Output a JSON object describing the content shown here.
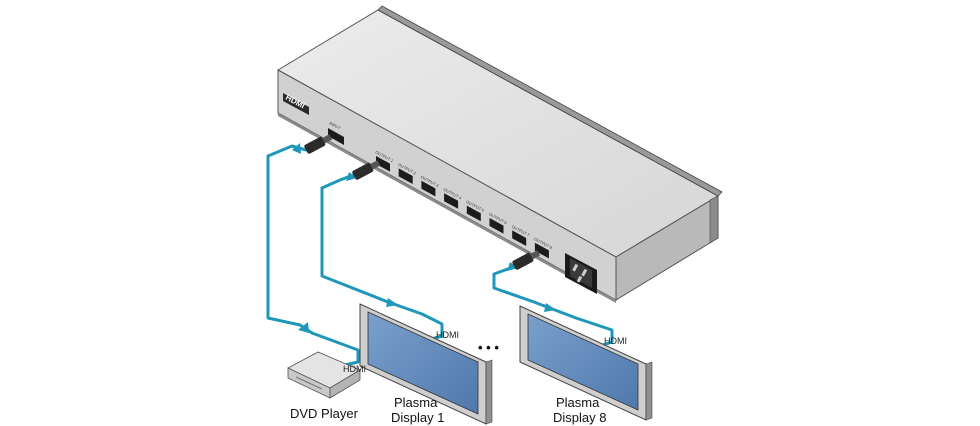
{
  "device": {
    "logo": "HDMI",
    "input_port_label": "INPUT",
    "output_port_labels": [
      "OUTPUT 1",
      "OUTPUT 2",
      "OUTPUT 3",
      "OUTPUT 4",
      "OUTPUT 5",
      "OUTPUT 6",
      "OUTPUT 7",
      "OUTPUT 8"
    ]
  },
  "labels": {
    "dvd_player": "DVD Player",
    "display_1_line1": "Plasma",
    "display_1_line2": "Display 1",
    "display_8_line1": "Plasma",
    "display_8_line2": "Display 8",
    "hdmi_dvd": "HDMI",
    "hdmi_display_1": "HDMI",
    "hdmi_display_8": "HDMI",
    "ellipsis": "• • •"
  },
  "colors": {
    "cable": "#1f97b8",
    "chassis_top": "#e2e2e2",
    "chassis_front": "#d4d4d4",
    "screen": "#5d86b8"
  }
}
